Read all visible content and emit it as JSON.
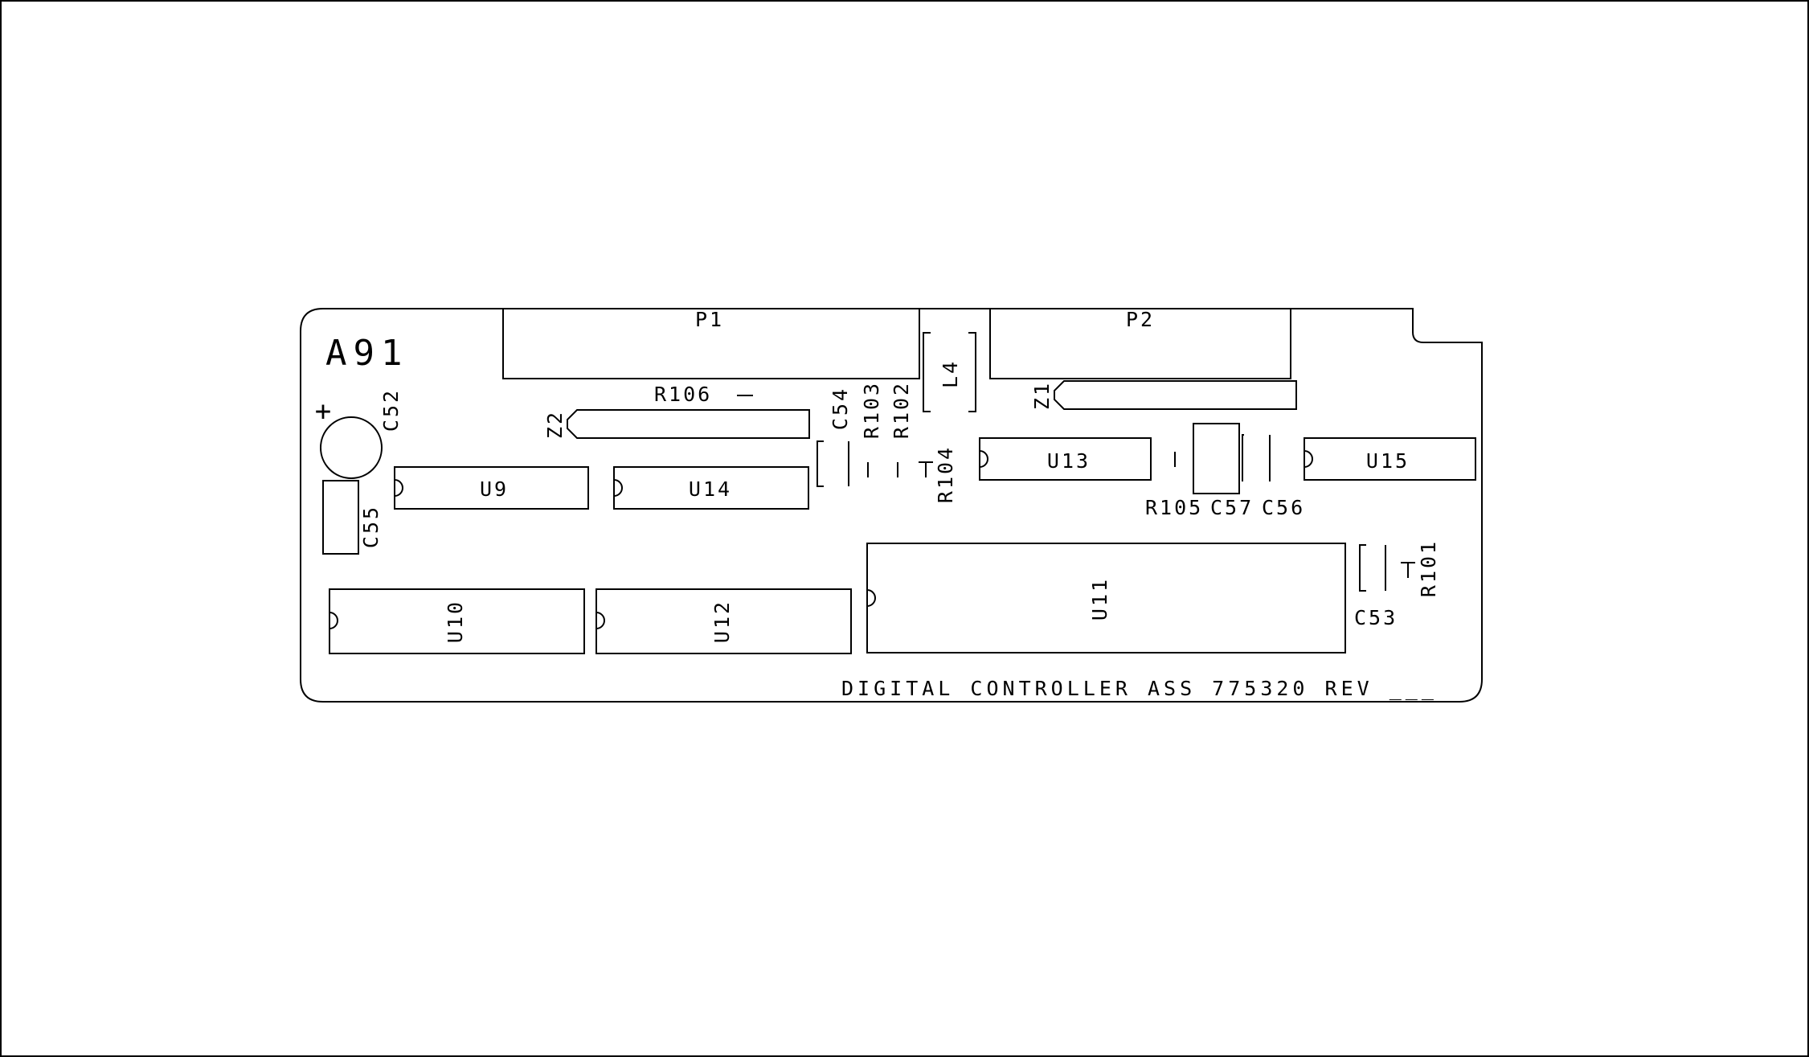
{
  "board": {
    "designator": "A91",
    "assembly_text": "DIGITAL CONTROLLER ASS 775320 REV ___"
  },
  "polarity_mark": "+",
  "components": {
    "P1": "P1",
    "P2": "P2",
    "L4": "L4",
    "Z1": "Z1",
    "Z2": "Z2",
    "R106": "R106",
    "C54": "C54",
    "R103": "R103",
    "R102": "R102",
    "R104": "R104",
    "C52": "C52",
    "C55": "C55",
    "U9": "U9",
    "U14": "U14",
    "U13": "U13",
    "U15": "U15",
    "R105": "R105",
    "C57": "C57",
    "C56": "C56",
    "U10": "U10",
    "U12": "U12",
    "U11": "U11",
    "C53": "C53",
    "R101": "R101"
  }
}
